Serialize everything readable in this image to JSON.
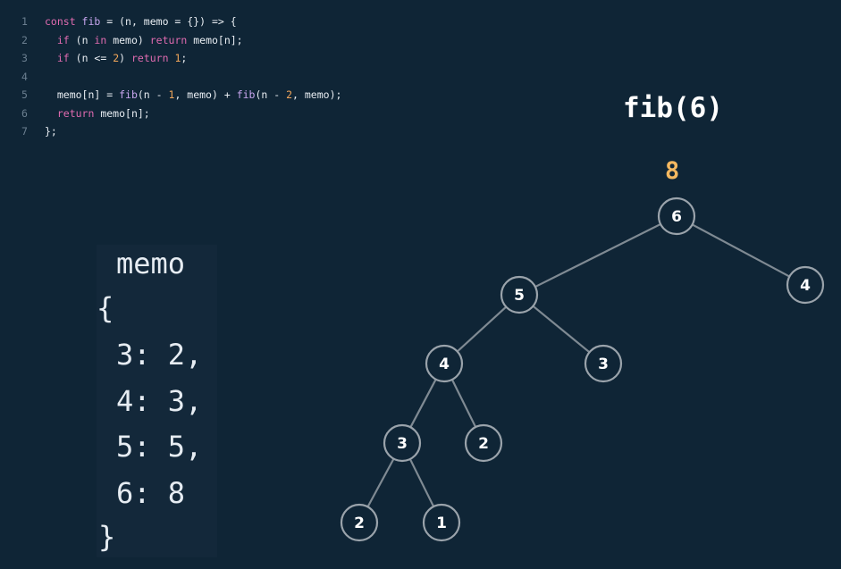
{
  "code": {
    "line_numbers": [
      "1",
      "2",
      "3",
      "4",
      "5",
      "6",
      "7"
    ],
    "lines": [
      [
        [
          "kw",
          "const "
        ],
        [
          "fnname",
          "fib"
        ],
        [
          "plain",
          " = (n, memo = {}) => {"
        ]
      ],
      [
        [
          "plain",
          "  "
        ],
        [
          "kw",
          "if"
        ],
        [
          "plain",
          " (n "
        ],
        [
          "kw",
          "in"
        ],
        [
          "plain",
          " memo) "
        ],
        [
          "kw",
          "return"
        ],
        [
          "plain",
          " memo[n];"
        ]
      ],
      [
        [
          "plain",
          "  "
        ],
        [
          "kw",
          "if"
        ],
        [
          "plain",
          " (n <= "
        ],
        [
          "num",
          "2"
        ],
        [
          "plain",
          ") "
        ],
        [
          "kw",
          "return"
        ],
        [
          "plain",
          " "
        ],
        [
          "num",
          "1"
        ],
        [
          "plain",
          ";"
        ]
      ],
      [],
      [
        [
          "plain",
          "  memo[n] = "
        ],
        [
          "fnname",
          "fib"
        ],
        [
          "plain",
          "(n - "
        ],
        [
          "num",
          "1"
        ],
        [
          "plain",
          ", memo) + "
        ],
        [
          "fnname",
          "fib"
        ],
        [
          "plain",
          "(n - "
        ],
        [
          "num",
          "2"
        ],
        [
          "plain",
          ", memo);"
        ]
      ],
      [
        [
          "plain",
          "  "
        ],
        [
          "kw",
          "return"
        ],
        [
          "plain",
          " memo[n];"
        ]
      ],
      [
        [
          "plain",
          "};"
        ]
      ]
    ]
  },
  "call_title": "fib(6)",
  "result_value": "8",
  "memo": {
    "label": "memo",
    "open_brace": "{",
    "close_brace": "}",
    "entries": [
      "3: 2,",
      "4: 3,",
      "5: 5,",
      "6: 8"
    ]
  },
  "tree": {
    "nodes": [
      {
        "id": "n6",
        "label": "6"
      },
      {
        "id": "n5",
        "label": "5"
      },
      {
        "id": "n4r",
        "label": "4"
      },
      {
        "id": "n4",
        "label": "4"
      },
      {
        "id": "n3r",
        "label": "3"
      },
      {
        "id": "n3",
        "label": "3"
      },
      {
        "id": "n2r",
        "label": "2"
      },
      {
        "id": "n2",
        "label": "2"
      },
      {
        "id": "n1",
        "label": "1"
      }
    ],
    "edges": [
      [
        "n6",
        "n5"
      ],
      [
        "n6",
        "n4r"
      ],
      [
        "n5",
        "n4"
      ],
      [
        "n5",
        "n3r"
      ],
      [
        "n4",
        "n3"
      ],
      [
        "n4",
        "n2r"
      ],
      [
        "n3",
        "n2"
      ],
      [
        "n3",
        "n1"
      ]
    ]
  }
}
